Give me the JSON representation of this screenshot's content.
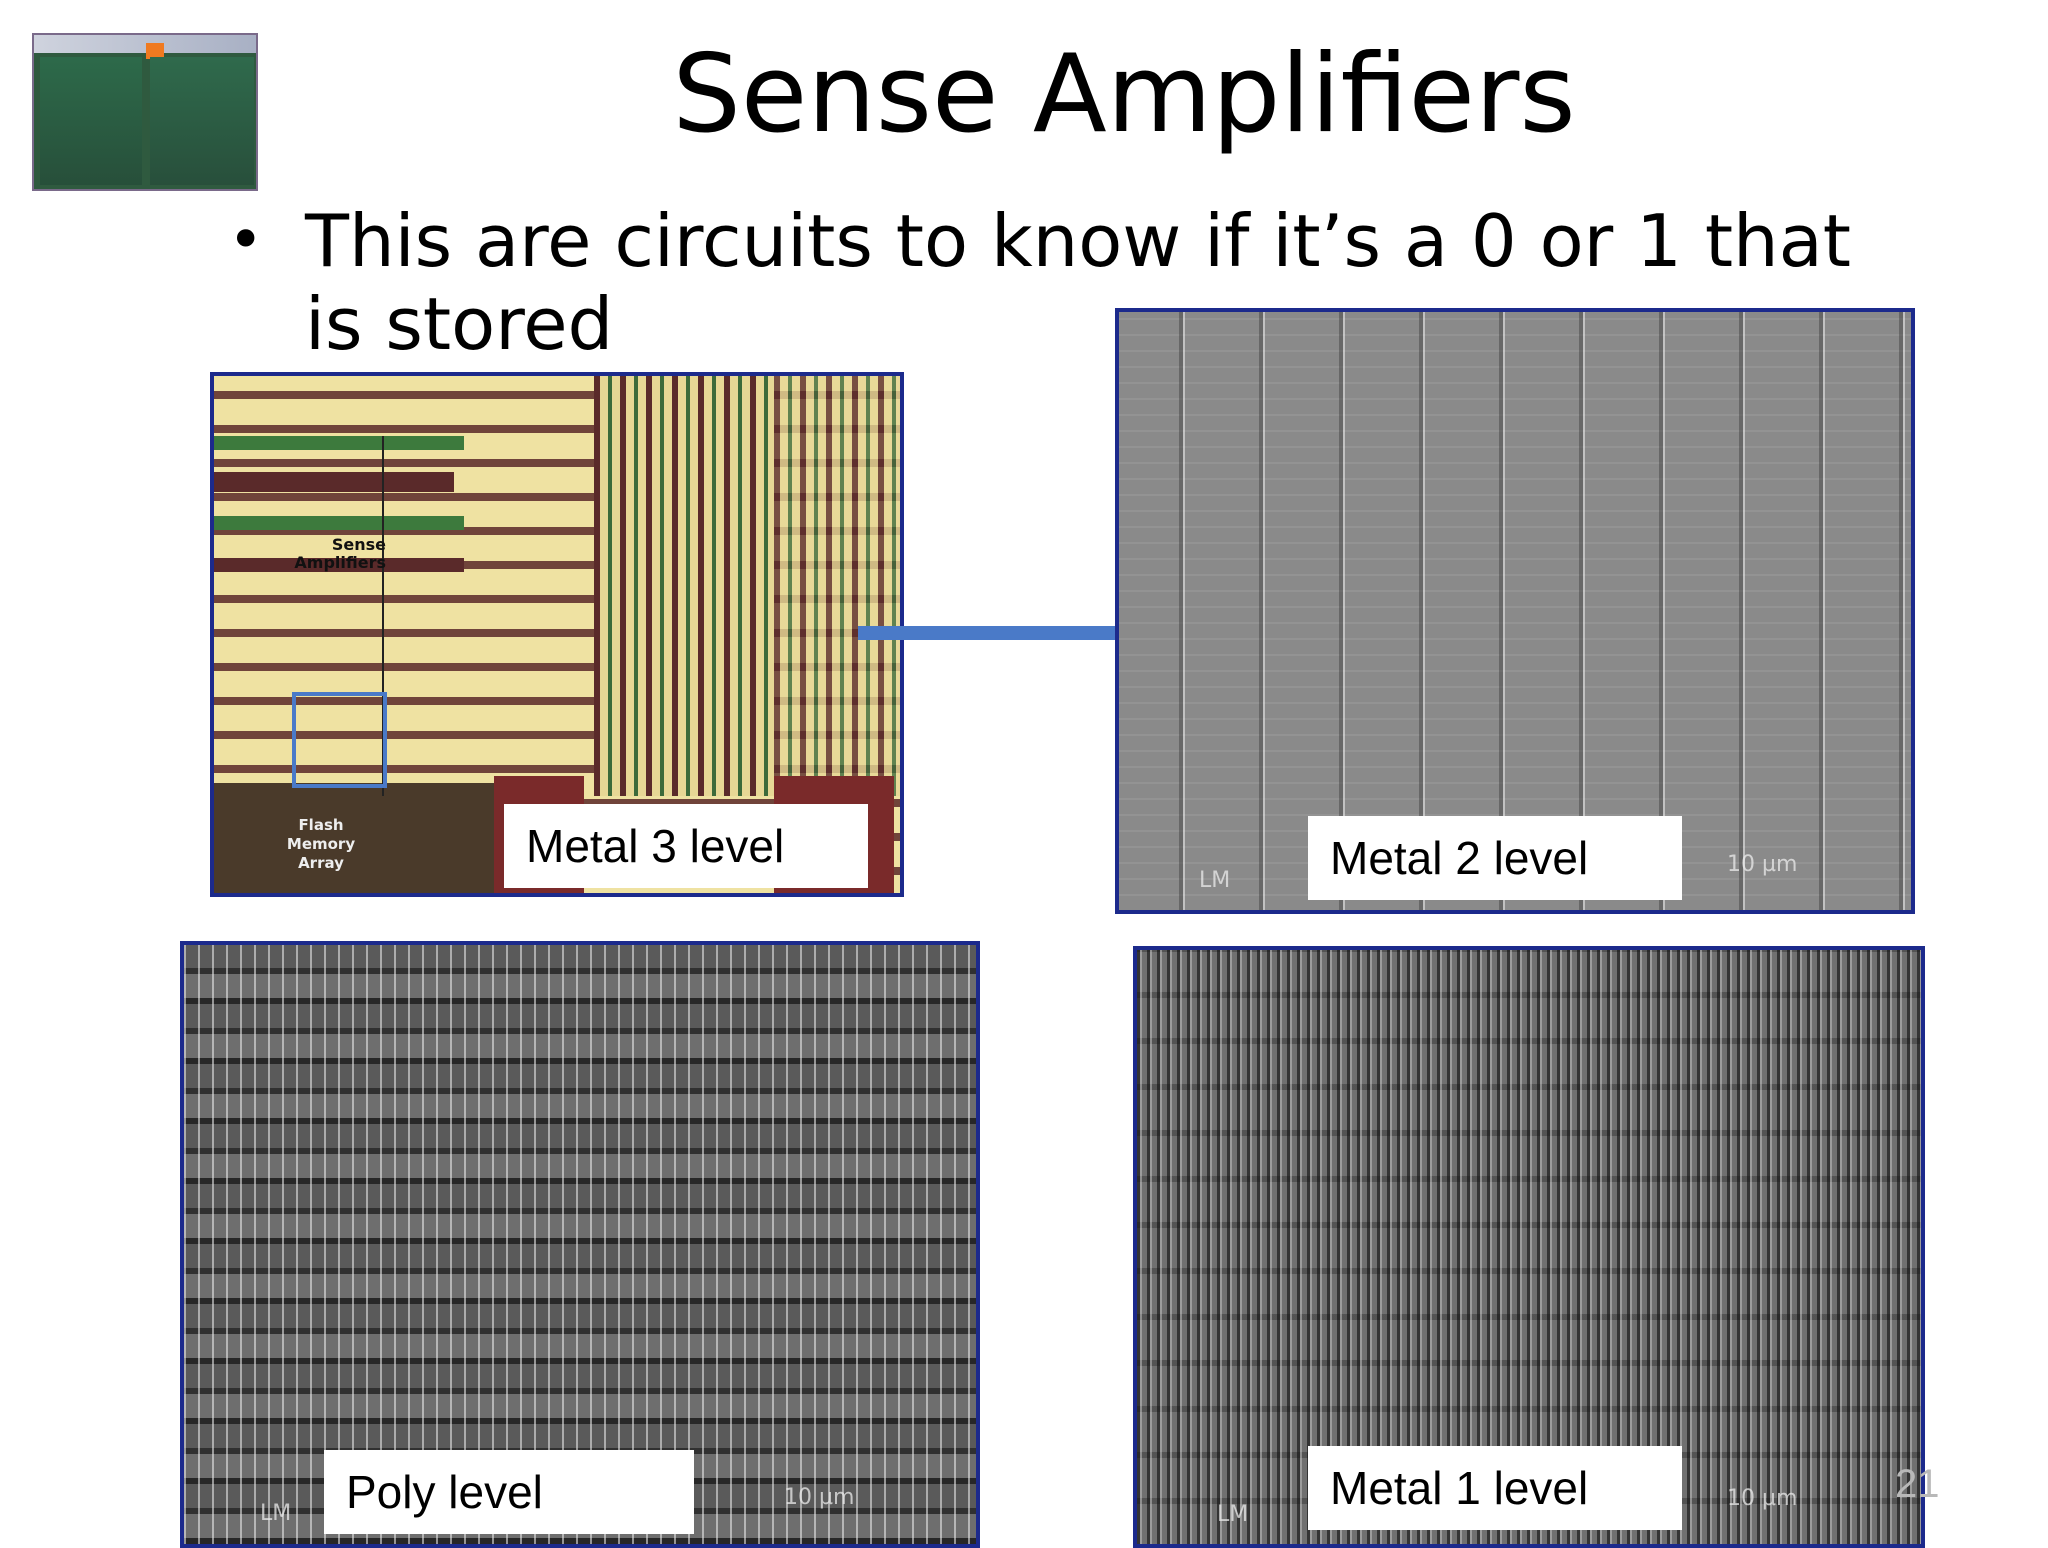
{
  "slide": {
    "title": "Sense Amplifiers",
    "bullet": "This are circuits to know if it’s a 0 or 1 that is stored",
    "page_number": "21"
  },
  "panels": {
    "metal3": {
      "caption": "Metal 3 level",
      "label_sense": "Sense Amplifiers",
      "label_flash": "Flash Memory Array"
    },
    "metal2": {
      "caption": "Metal 2 level",
      "scale": "10 µm",
      "lm": "LM"
    },
    "poly": {
      "caption": "Poly level",
      "scale": "10 µm",
      "lm": "LM"
    },
    "metal1": {
      "caption": "Metal 1 level",
      "scale": "10 µm",
      "lm": "LM"
    }
  },
  "colors": {
    "frame": "#1c2a8c",
    "arrow": "#4a7ac8"
  }
}
